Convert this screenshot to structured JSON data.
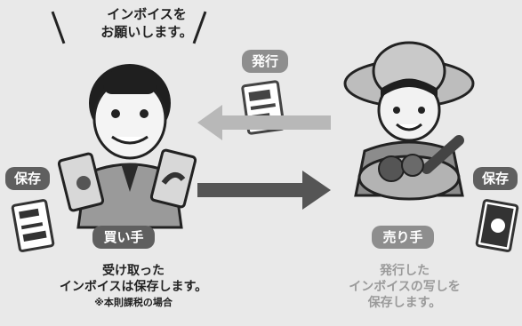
{
  "speech": {
    "line1": "インボイスを",
    "line2": "お願いします。"
  },
  "labels": {
    "issue": "発行",
    "save_left": "保存",
    "save_right": "保存",
    "buyer": "買い手",
    "seller": "売り手"
  },
  "captions": {
    "buyer_line1": "受け取った",
    "buyer_line2": "インボイスは保存します。",
    "buyer_note": "※本則課税の場合",
    "seller_line1": "発行した",
    "seller_line2": "インボイスの写しを",
    "seller_line3": "保存します。"
  },
  "colors": {
    "background": "#e9e9e9",
    "dark_pill": "#5f5f5f",
    "light_pill": "#8e8e8e",
    "arrow_dark": "#555555",
    "arrow_light": "#b8b8b8"
  }
}
